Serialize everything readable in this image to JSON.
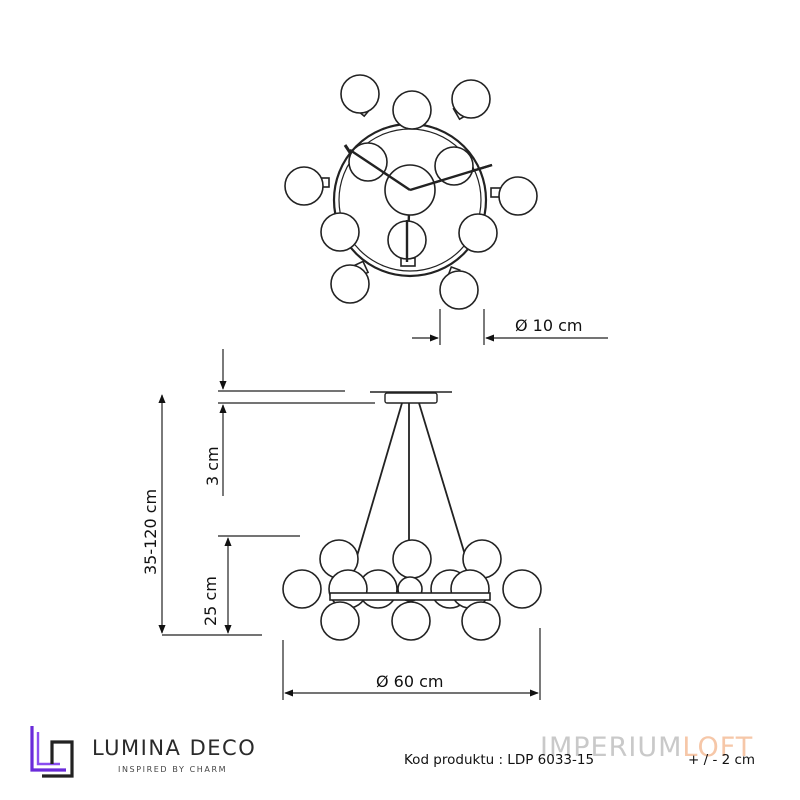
{
  "dimensions": {
    "ball_diameter": "Ø 10 cm",
    "ceiling_gap": "3 cm",
    "total_height": "35-120 cm",
    "body_height": "25 cm",
    "overall_diameter": "Ø 60 cm"
  },
  "brand": {
    "name": "LUMINA DECO",
    "tagline": "INSPIRED BY CHARM",
    "logo_colors": [
      "#6a2bd9",
      "#222222"
    ]
  },
  "watermark": {
    "main": "IMPERIUM",
    "accent": "LOFT"
  },
  "product": {
    "code_label": "Kod produktu : LDP 6033-15",
    "tolerance": "+ / - 2 cm"
  }
}
